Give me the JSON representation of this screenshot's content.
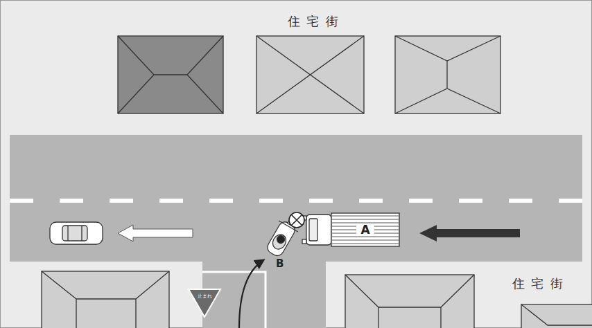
{
  "diagram": {
    "nodes": [
      {
        "text": [
          "A"
        ]
      }
    ],
    "labels": [
      "住 宅 街",
      "住 宅 街",
      "B",
      "止まれ"
    ]
  }
}
